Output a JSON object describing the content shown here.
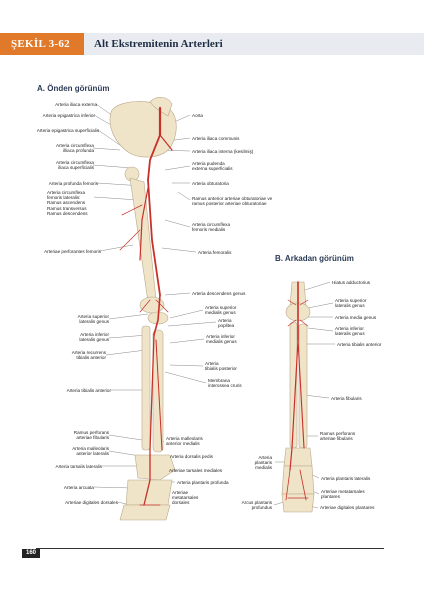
{
  "header": {
    "figure_tag": "ŞEKİL 3-62",
    "title": "Alt Ekstremitenin Arterleri"
  },
  "view_a": {
    "title": "A. Önden görünüm"
  },
  "view_b": {
    "title": "B. Arkadan görünüm"
  },
  "labels_a_left": [
    "Arteria iliaca externa",
    "Arteria epigastrica inferior",
    "Arteria epigastrica superficialis",
    "Arteria circumflexa\nilliaca profunda",
    "Arteria circumflexa\niliaca superficialis",
    "Arteria profunda femoris",
    "Arteria circumflexa\nfemoris lateralis:\nRamus ascendens\nRamus transversus\nRamus descendens",
    "Arteriae perforantes femoris",
    "Arteria superior\nlateralis genus",
    "Arteria inferior\nlateralis genus",
    "Arteria recurrens\ntibialis anterior",
    "Arteria tibialis anterior",
    "Ramus perforans\narteriae fibularis",
    "Arteria malleolaris\nanterior lateralis",
    "Arteria tarsalis lateralis",
    "Arteria arcuata",
    "Arteriae digitales dorsales"
  ],
  "labels_a_right": [
    "Aorta",
    "Arteria iliaca communis",
    "Arteria iliaca interna (kesilmiş)",
    "Arteria pudenda\nexterna superficialis",
    "Arteria obturatoria",
    "Ramus anterior arteriae obturatoriae ve\nramus posterior arteriae obturatoriae",
    "Arteria circumflexa\nfemoris medialis",
    "Arteria femoralis",
    "Arteria descendens genus",
    "Arteria superior\nmedialis genus",
    "Arteria\npoplitea",
    "Arteria inferior\nmedialis genus",
    "Arteria\ntibialis posterior",
    "Membrana\ninterossea cruris",
    "Arteria malleolaris\nanterior medialis",
    "Arteria dorsalis pedis",
    "Arteriae tarsales mediales",
    "Arteria plantaris profunda",
    "Arteriae\nmetatarsales\ndorsales"
  ],
  "labels_b": [
    "Hiatus adductorius",
    "Arteria superior\nlateralis genus",
    "Arteria media genus",
    "Arteria inferior\nlateralis genus",
    "Arteria tibialis anterior",
    "Arteria fibularis",
    "Ramus perforans\narteriae fibularis",
    "Arteria\nplantaris\nmedialis",
    "Arteria plantaris lateralis",
    "Arteriae metatarsales\nplantares",
    "Arcus plantaris\nprofundus",
    "Arteriae digitales plantares"
  ],
  "footer": {
    "page_number": "160"
  },
  "colors": {
    "accent": "#e07a2a",
    "header_band": "#e8ebf0",
    "artery": "#c8302a",
    "bone": "#efe3c8"
  }
}
